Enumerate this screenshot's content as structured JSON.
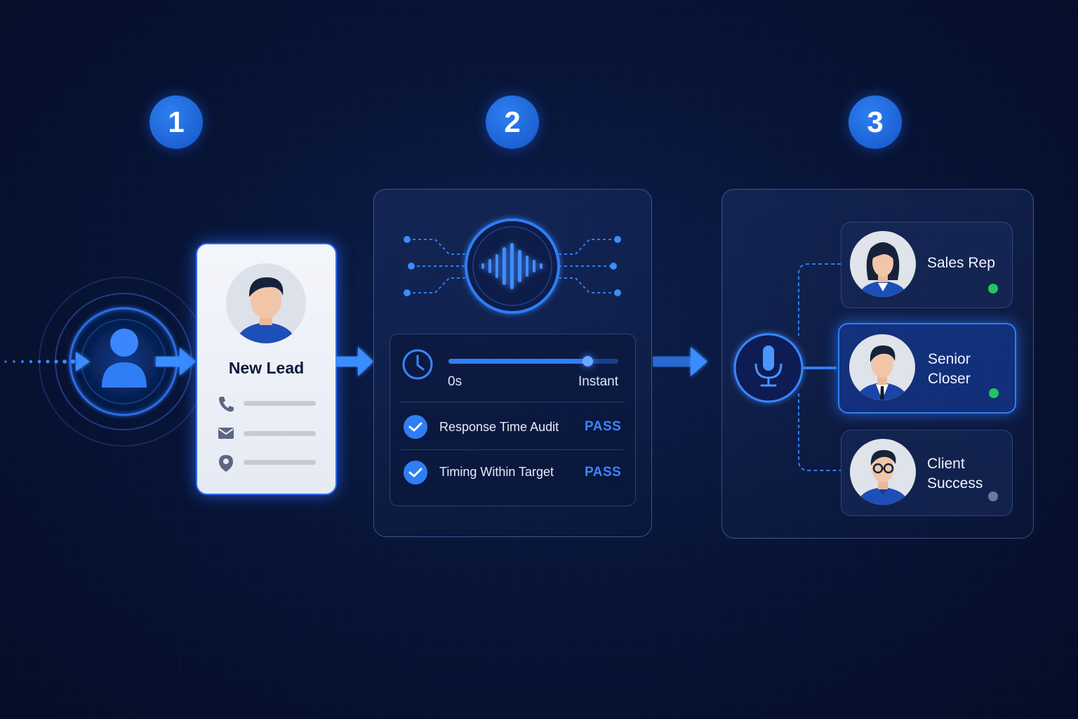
{
  "steps": [
    "1",
    "2",
    "3"
  ],
  "lead_card": {
    "title": "New Lead"
  },
  "timing": {
    "min_label": "0s",
    "max_label": "Instant",
    "level": 0.82
  },
  "audits": [
    {
      "label": "Response Time Audit",
      "status": "PASS"
    },
    {
      "label": "Timing Within Target",
      "status": "PASS"
    }
  ],
  "team": [
    {
      "line1": "Sales Rep",
      "line2": "",
      "status_color": "#22c55e",
      "active": false
    },
    {
      "line1": "Senior",
      "line2": "Closer",
      "status_color": "#22c55e",
      "active": true
    },
    {
      "line1": "Client",
      "line2": "Success",
      "status_color": "#6b7a99",
      "active": false
    }
  ],
  "colors": {
    "accent": "#2f7ef5",
    "background": "#081538",
    "pass": "#3b86ff"
  },
  "icons": [
    "user-icon",
    "phone-icon",
    "mail-icon",
    "location-icon",
    "clock-icon",
    "soundwave-icon",
    "microphone-icon",
    "check-icon"
  ]
}
